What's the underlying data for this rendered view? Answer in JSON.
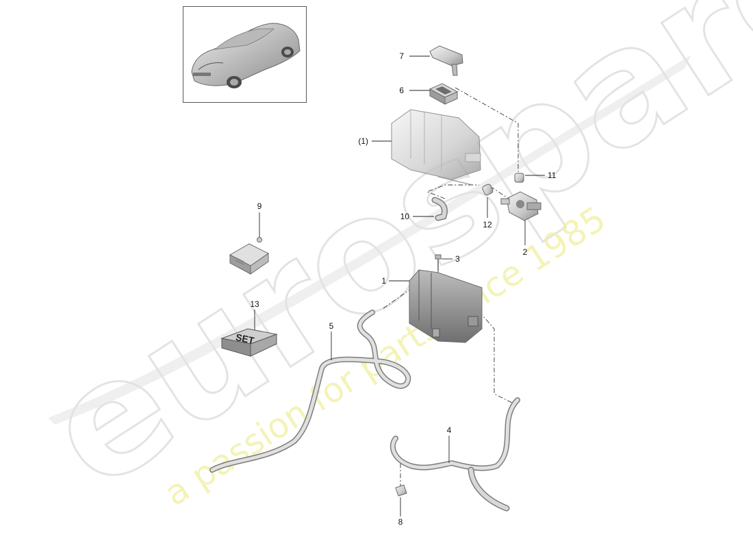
{
  "diagram": {
    "callouts": {
      "c1": "1",
      "c1p": "(1)",
      "c2": "2",
      "c3": "3",
      "c4": "4",
      "c5": "5",
      "c6": "6",
      "c7": "7",
      "c8": "8",
      "c9": "9",
      "c10": "10",
      "c11": "11",
      "c12": "12",
      "c13": "13"
    },
    "set_box_text": "SET"
  },
  "watermark": {
    "brand": "eurospares",
    "tagline": "a passion for parts since 1985"
  },
  "colors": {
    "watermark_outline": "#e3e3e3",
    "watermark_tagline": "#f1efa0",
    "part_fill": "#d4d4d4",
    "part_shadow": "#9a9a9a"
  }
}
